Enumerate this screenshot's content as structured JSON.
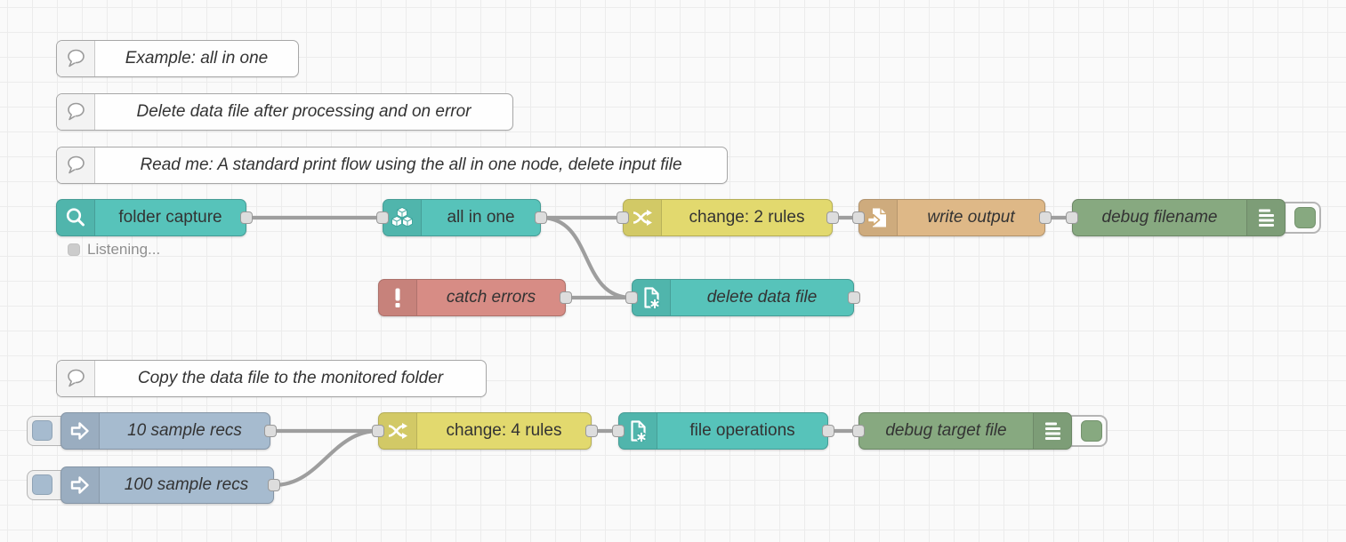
{
  "app": {
    "name": "flow-editor-workspace"
  },
  "palette": {
    "teal": "#57c3ba",
    "yellow": "#e2d96e",
    "tan": "#deb887",
    "green": "#87a980",
    "red": "#d78c85",
    "inject_blue": "#a6bbcf",
    "wire": "#9e9e9e",
    "port_fill": "#dddddd",
    "port_border": "#999999",
    "grid_line": "#ececec",
    "canvas_bg": "#fafafa"
  },
  "comments": [
    {
      "label": "Example: all in one",
      "icon": "speech-bubble-icon"
    },
    {
      "label": "Delete data file after processing and on error",
      "icon": "speech-bubble-icon"
    },
    {
      "label": "Read me: A standard print flow using the all in one node, delete input file",
      "icon": "speech-bubble-icon"
    },
    {
      "label": "Copy the data file to the monitored folder",
      "icon": "speech-bubble-icon"
    }
  ],
  "nodes": [
    {
      "label": "folder capture",
      "type": "folder-capture",
      "icon": "search-icon",
      "color": "#57c3ba"
    },
    {
      "label": "all in one",
      "type": "all-in-one",
      "icon": "cubes-icon",
      "color": "#57c3ba"
    },
    {
      "label": "change: 2 rules",
      "type": "change",
      "icon": "shuffle-icon",
      "color": "#e2d96e"
    },
    {
      "label": "write output",
      "type": "file-write",
      "icon": "file-arrow-icon",
      "color": "#deb887"
    },
    {
      "label": "debug filename",
      "type": "debug",
      "icon": "list-icon",
      "color": "#87a980"
    },
    {
      "label": "catch errors",
      "type": "catch",
      "icon": "exclamation-icon",
      "color": "#d78c85"
    },
    {
      "label": "delete data file",
      "type": "fs-ops",
      "icon": "file-asterisk-icon",
      "color": "#57c3ba"
    },
    {
      "label": "10 sample recs",
      "type": "inject",
      "icon": "arrow-right-icon",
      "color": "#a6bbcf"
    },
    {
      "label": "100 sample recs",
      "type": "inject",
      "icon": "arrow-right-icon",
      "color": "#a6bbcf"
    },
    {
      "label": "change: 4 rules",
      "type": "change",
      "icon": "shuffle-icon",
      "color": "#e2d96e"
    },
    {
      "label": "file operations",
      "type": "fs-ops",
      "icon": "file-asterisk-icon",
      "color": "#57c3ba"
    },
    {
      "label": "debug target file",
      "type": "debug",
      "icon": "list-icon",
      "color": "#87a980"
    }
  ],
  "status": {
    "text": "Listening..."
  },
  "connections": [
    [
      "folder capture",
      "all in one"
    ],
    [
      "all in one",
      "change: 2 rules"
    ],
    [
      "all in one",
      "delete data file"
    ],
    [
      "catch errors",
      "delete data file"
    ],
    [
      "change: 2 rules",
      "write output"
    ],
    [
      "write output",
      "debug filename"
    ],
    [
      "10 sample recs",
      "change: 4 rules"
    ],
    [
      "100 sample recs",
      "change: 4 rules"
    ],
    [
      "change: 4 rules",
      "file operations"
    ],
    [
      "file operations",
      "debug target file"
    ]
  ]
}
